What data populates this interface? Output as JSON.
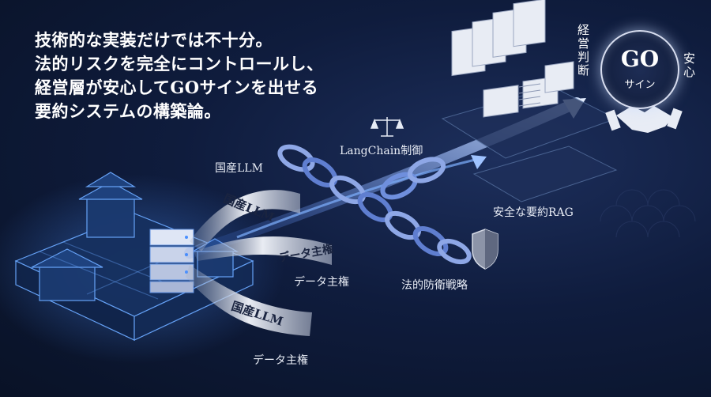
{
  "headline": {
    "line1": "技術的な実装だけでは不十分。",
    "line2": "法的リスクを完全にコントロールし、",
    "line3": "経営層が安心してGOサインを出せる",
    "line4": "要約システムの構築論。"
  },
  "labels": {
    "kokusan_llm": "国産LLM",
    "langchain": "LangChain制御",
    "safe_rag": "安全な要約RAG",
    "data_sovereignty_1": "データ主権",
    "legal_defense": "法的防衛戦略",
    "data_sovereignty_2": "データ主権"
  },
  "ribbons": {
    "r1": "国産LLM",
    "r2": "データ主権",
    "r3": "国産LLM"
  },
  "badge": {
    "go": "GO",
    "sign": "サイン",
    "left_vertical": "経営判断",
    "right_vertical": "安心"
  },
  "icons": {
    "scale": "scale-icon",
    "shield": "shield-icon",
    "handshake": "handshake-icon",
    "fortress": "fortress-illustration",
    "server": "server-icon",
    "chain": "chain-illustration",
    "documents": "document-stack-icon"
  },
  "colors": {
    "background": "#0b1530",
    "glow": "#4a90ff",
    "text": "#ffffff"
  }
}
